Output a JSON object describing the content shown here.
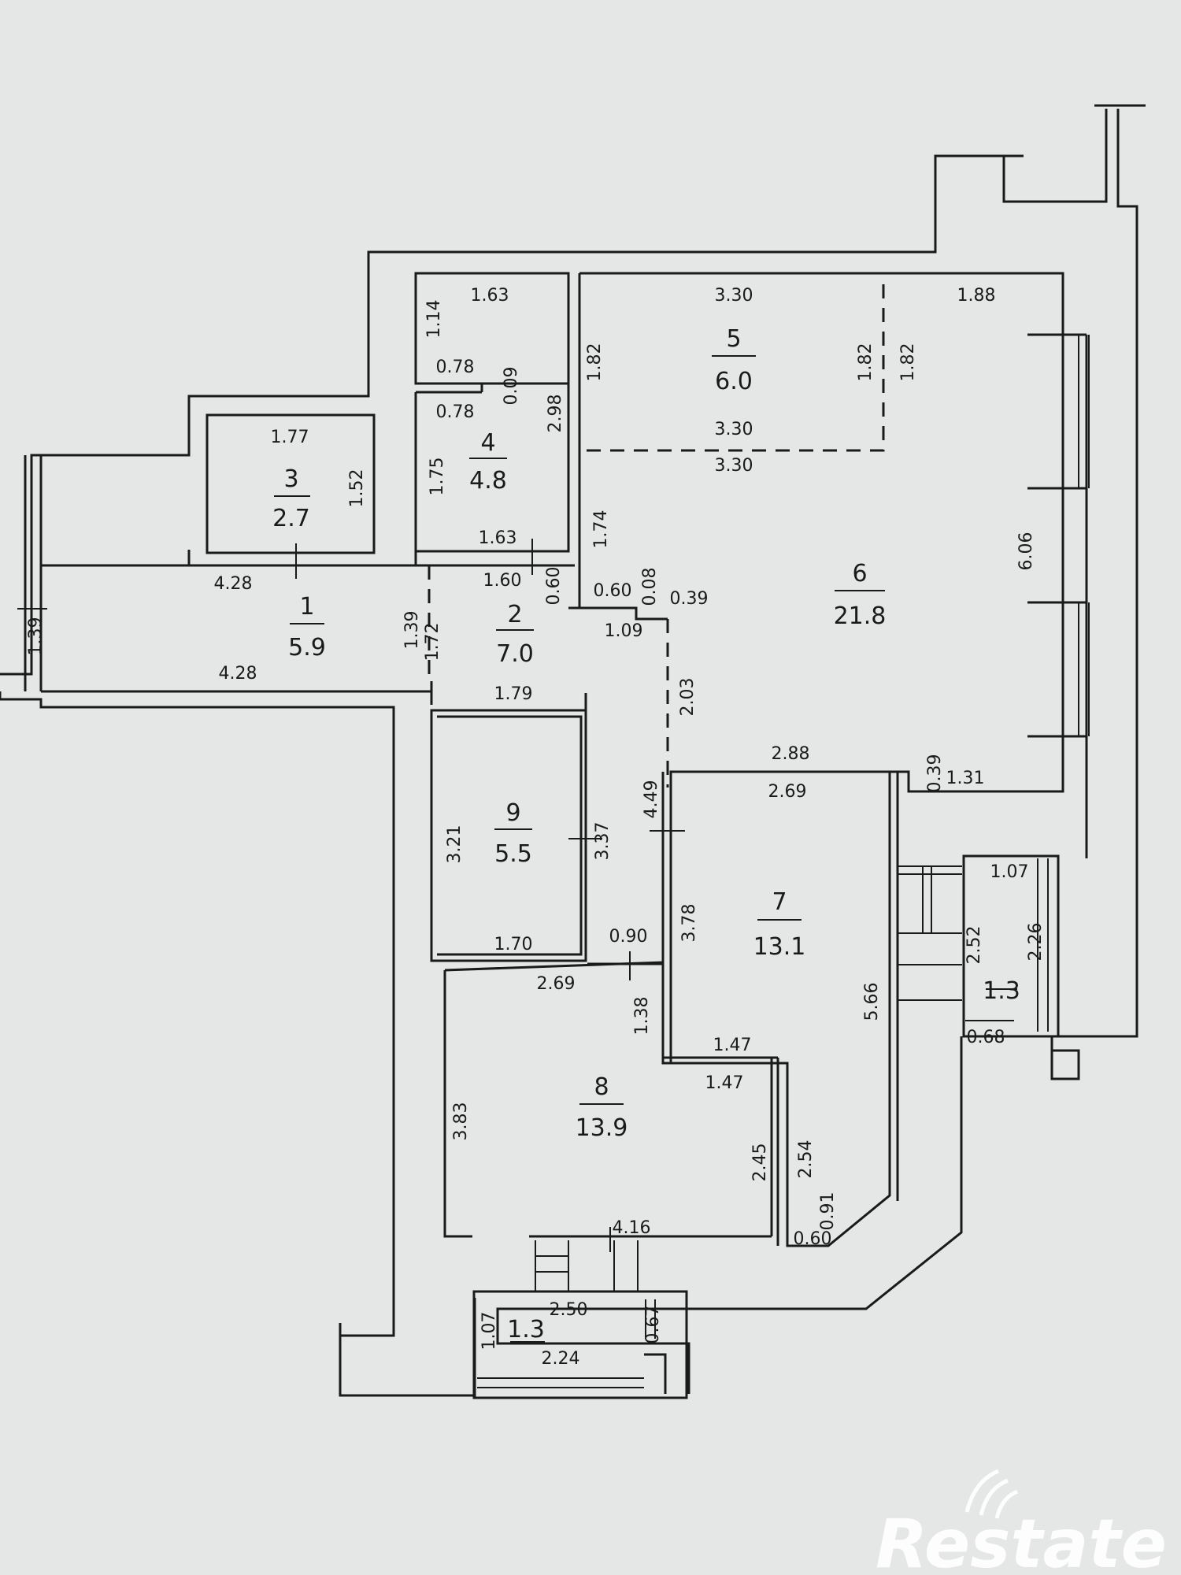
{
  "rooms": [
    {
      "id": "1",
      "number": "1",
      "area": "5.9"
    },
    {
      "id": "2",
      "number": "2",
      "area": "7.0"
    },
    {
      "id": "3",
      "number": "3",
      "area": "2.7"
    },
    {
      "id": "4",
      "number": "4",
      "area": "4.8"
    },
    {
      "id": "5",
      "number": "5",
      "area": "6.0"
    },
    {
      "id": "6",
      "number": "6",
      "area": "21.8"
    },
    {
      "id": "7",
      "number": "7",
      "area": "13.1"
    },
    {
      "id": "8",
      "number": "8",
      "area": "13.9"
    },
    {
      "id": "9",
      "number": "9",
      "area": "5.5"
    },
    {
      "id": "balcony-right",
      "number": "",
      "area": "1.3"
    },
    {
      "id": "balcony-bottom",
      "number": "",
      "area": "1.3"
    }
  ],
  "dimensions": [
    "1.63",
    "1.14",
    "0.78",
    "0.09",
    "0.78",
    "2.98",
    "1.75",
    "1.63",
    "1.77",
    "1.52",
    "3.30",
    "1.82",
    "1.82",
    "1.82",
    "3.30",
    "3.30",
    "1.88",
    "1.74",
    "0.60",
    "0.08",
    "0.39",
    "1.09",
    "1.60",
    "0.60",
    "4.28",
    "1.39",
    "4.28",
    "1.39",
    "1.72",
    "2.03",
    "1.79",
    "6.06",
    "2.88",
    "2.69",
    "0.39",
    "1.31",
    "4.49",
    "3.21",
    "3.37",
    "1.70",
    "0.90",
    "3.78",
    "1.07",
    "2.52",
    "2.26",
    "0.68",
    "5.66",
    "2.69",
    "1.38",
    "1.47",
    "1.47",
    "3.83",
    "2.45",
    "2.54",
    "0.91",
    "0.60",
    "4.16",
    "2.50",
    "1.07",
    "0.67",
    "2.24"
  ],
  "watermark": "Restate"
}
